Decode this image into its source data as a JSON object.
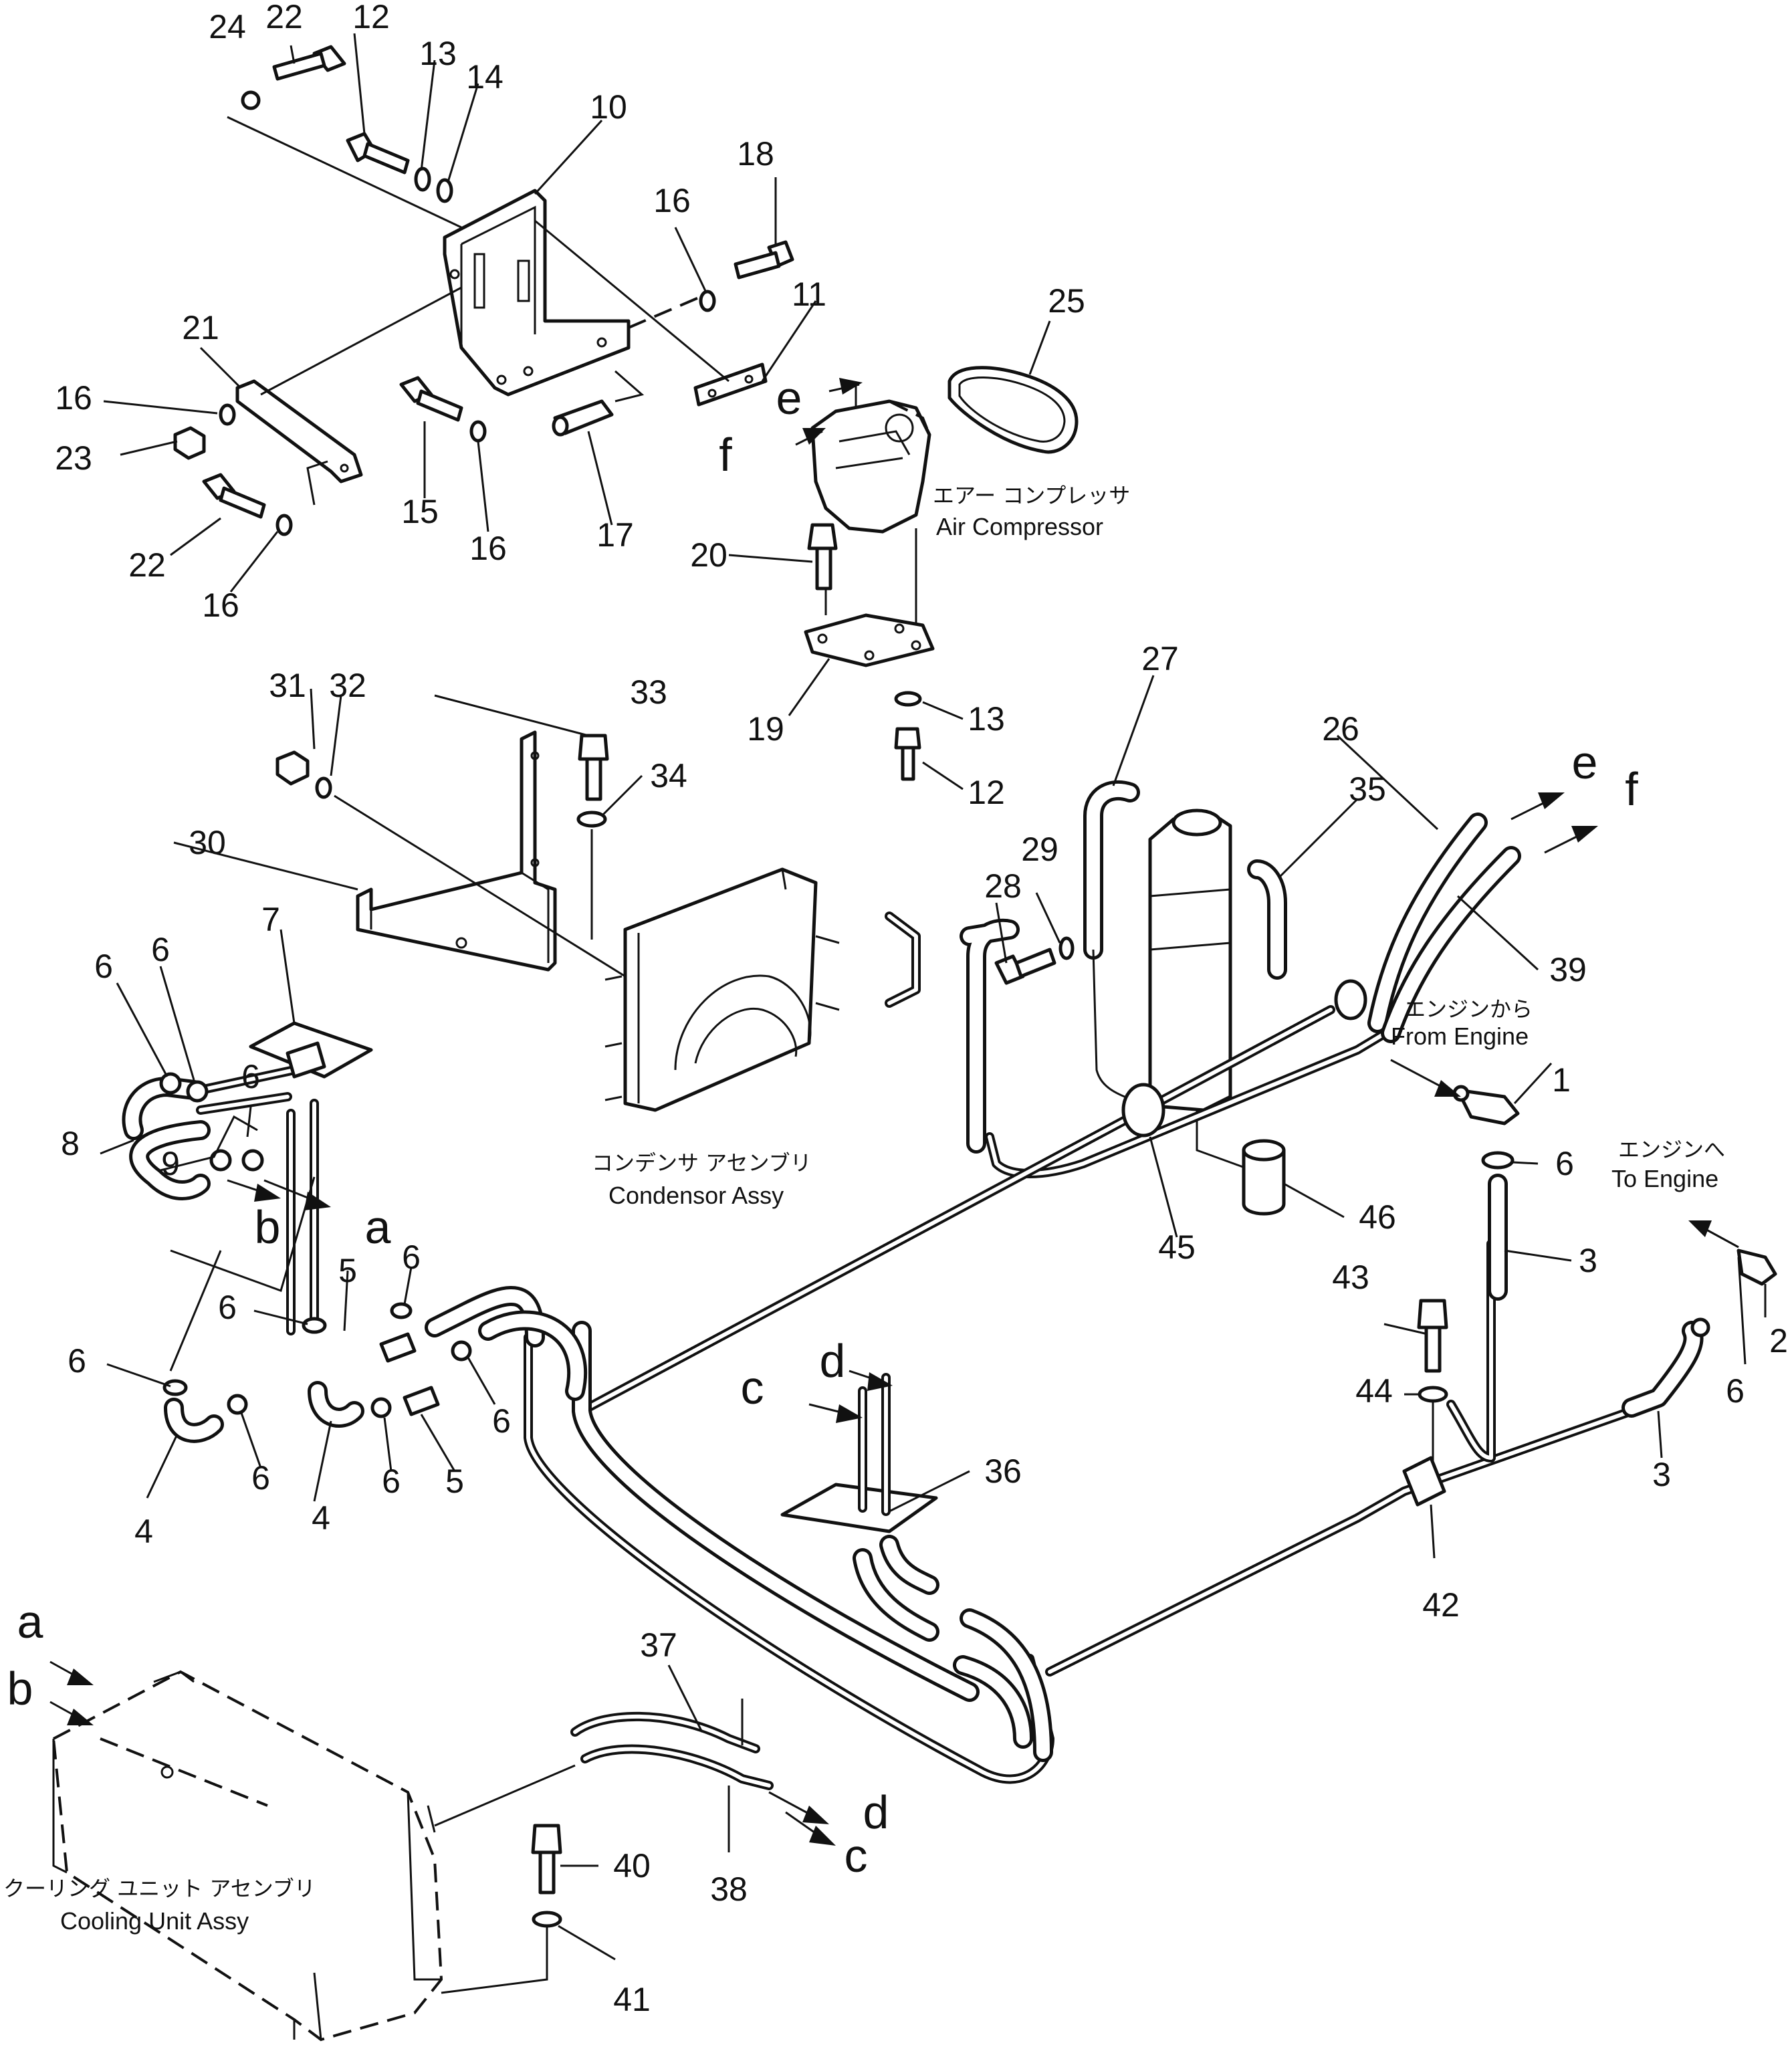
{
  "callouts": {
    "n1": "1",
    "n2": "2",
    "n3a": "3",
    "n3b": "3",
    "n4a": "4",
    "n4b": "4",
    "n5a": "5",
    "n5b": "5",
    "n6a": "6",
    "n6b": "6",
    "n6c": "6",
    "n6d": "6",
    "n6e": "6",
    "n6f": "6",
    "n6g": "6",
    "n6h": "6",
    "n6i": "6",
    "n6j": "6",
    "n6k": "6",
    "n7": "7",
    "n8": "8",
    "n9": "9",
    "n10": "10",
    "n11": "11",
    "n12a": "12",
    "n12b": "12",
    "n13a": "13",
    "n13b": "13",
    "n14": "14",
    "n15": "15",
    "n16a": "16",
    "n16b": "16",
    "n16c": "16",
    "n16d": "16",
    "n17": "17",
    "n18": "18",
    "n19": "19",
    "n20": "20",
    "n21": "21",
    "n22a": "22",
    "n22b": "22",
    "n23": "23",
    "n24": "24",
    "n25": "25",
    "n26": "26",
    "n27": "27",
    "n28": "28",
    "n29": "29",
    "n30": "30",
    "n31": "31",
    "n32": "32",
    "n33": "33",
    "n34": "34",
    "n35": "35",
    "n36": "36",
    "n37": "37",
    "n38": "38",
    "n39": "39",
    "n40": "40",
    "n41": "41",
    "n42": "42",
    "n43": "43",
    "n44": "44",
    "n45": "45",
    "n46": "46"
  },
  "connection_letters": {
    "a_top": "a",
    "b_top": "b",
    "a_bottom": "a",
    "b_bottom": "b",
    "c_top": "c",
    "d_top": "d",
    "c_bottom": "c",
    "d_bottom": "d",
    "e_top": "e",
    "f_top": "f",
    "e_right": "e",
    "f_right": "f"
  },
  "captions": {
    "air_compressor_jp": "エアー コンプレッサ",
    "air_compressor_en": "Air Compressor",
    "condensor_jp": "コンデンサ アセンブリ",
    "condensor_en": "Condensor Assy",
    "from_engine_jp": "エンジンから",
    "from_engine_en": "From Engine",
    "to_engine_jp": "エンジンへ",
    "to_engine_en": "To Engine",
    "cooling_unit_jp": "クーリング ユニット アセンブリ",
    "cooling_unit_en": "Cooling Unit Assy"
  },
  "colors": {
    "ink": "#111111",
    "paper": "#ffffff"
  }
}
